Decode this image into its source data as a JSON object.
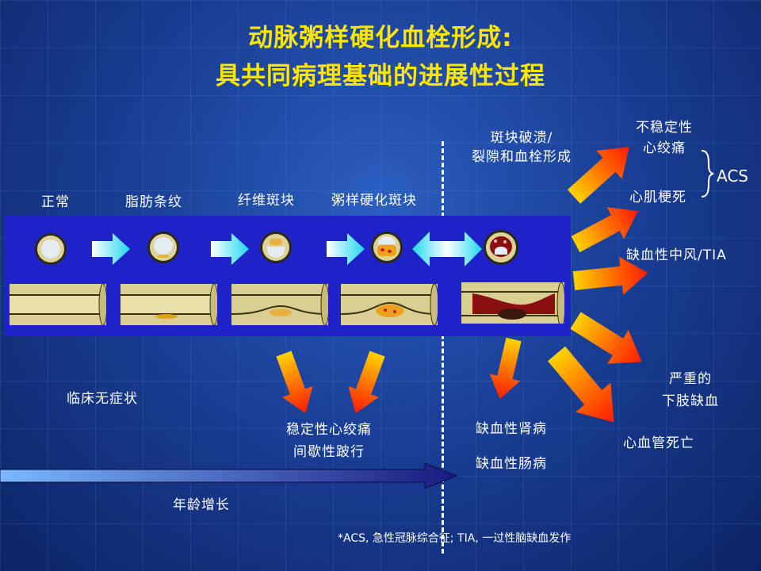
{
  "title": {
    "line1": "动脉粥样硬化血栓形成:",
    "line2": "具共同病理基础的进展性过程"
  },
  "stages": {
    "normal": "正常",
    "fatty_streak": "脂肪条纹",
    "fibrous_plaque": "纤维斑块",
    "atherosclerotic_plaque": "粥样硬化斑块"
  },
  "rupture": {
    "line1": "斑块破溃/",
    "line2": "裂隙和血栓形成"
  },
  "outcomes": {
    "unstable_angina_1": "不稳定性",
    "unstable_angina_2": "心绞痛",
    "mi": "心肌梗死",
    "acs": "ACS",
    "stroke": "缺血性中风/TIA",
    "limb_1": "严重的",
    "limb_2": "下肢缺血",
    "cv_death": "心血管死亡"
  },
  "asymptomatic": "临床无症状",
  "stable": {
    "line1": "稳定性心绞痛",
    "line2": "间歇性跛行"
  },
  "renal": "缺血性肾病",
  "intestinal": "缺血性肠病",
  "age": "年龄增长",
  "footnote": "*ACS, 急性冠脉综合征; TIA, 一过性脑缺血发作",
  "colors": {
    "title": "#ffe600",
    "panel": "#1e22c8",
    "arrow_hot": "#ff1a00",
    "arrow_warm": "#ffd200"
  }
}
